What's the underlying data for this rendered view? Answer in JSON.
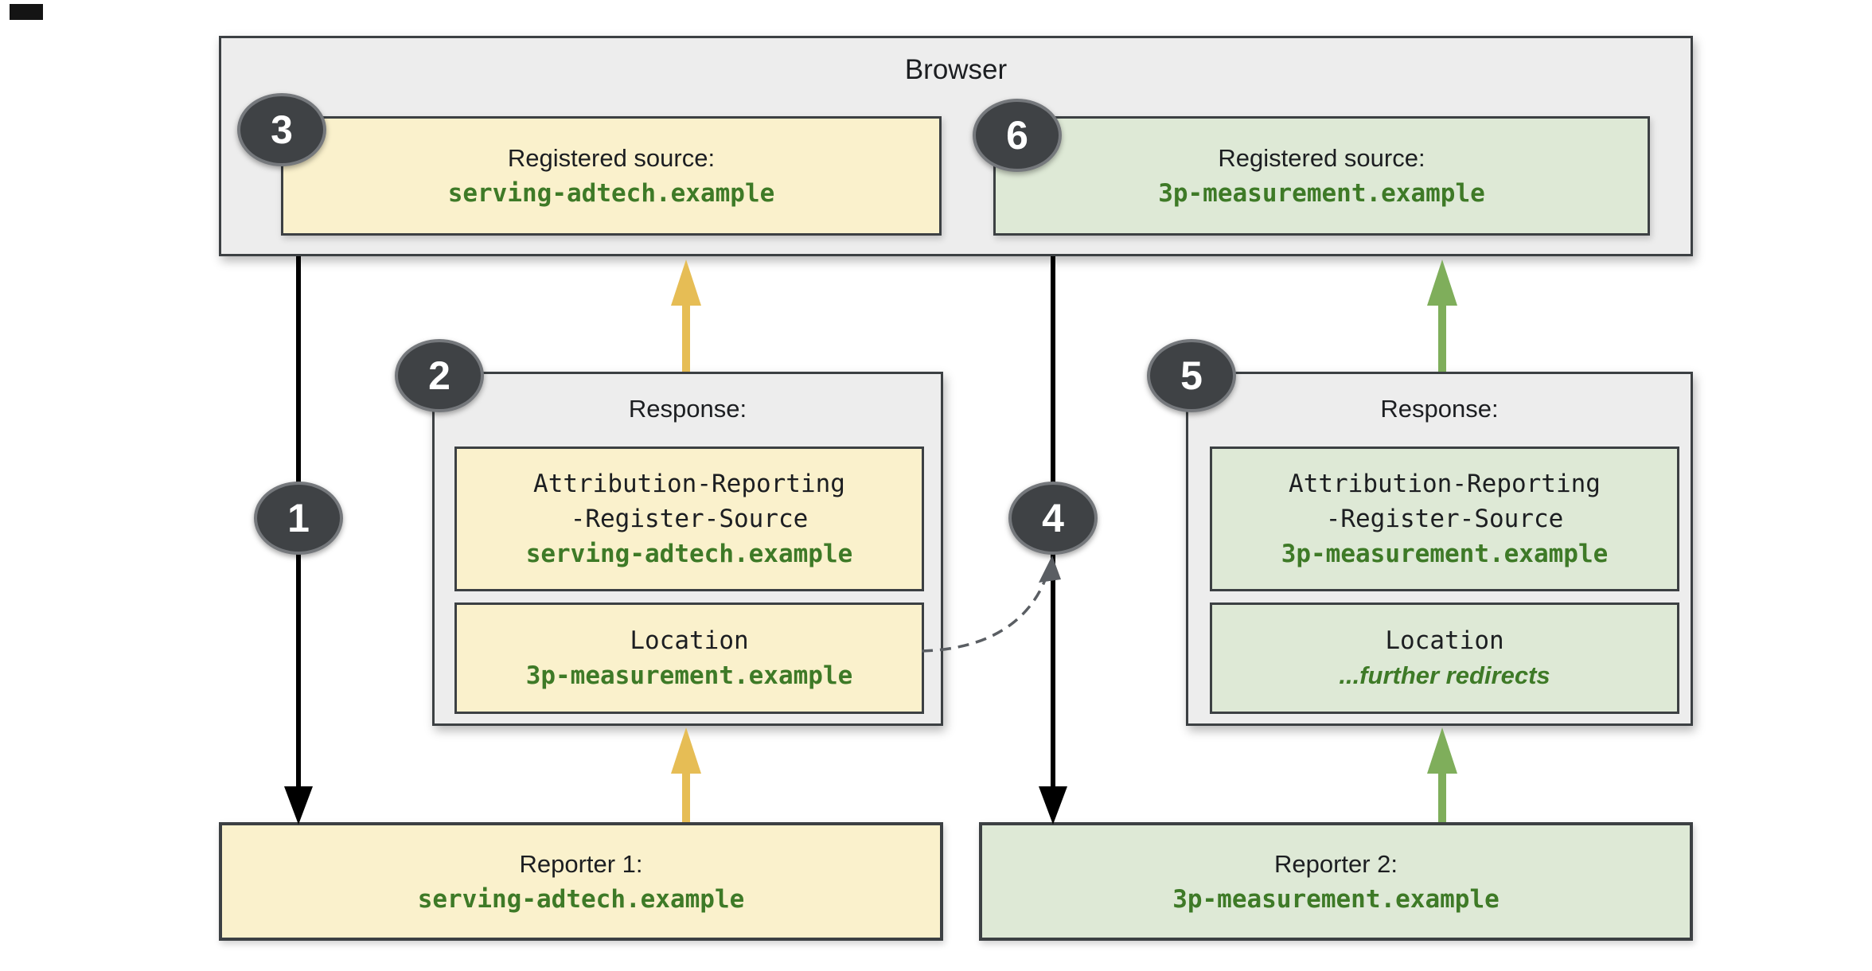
{
  "diagram": {
    "browser": {
      "title": "Browser",
      "registered_sources": [
        {
          "badge": "3",
          "label": "Registered source:",
          "domain": "serving-adtech.example"
        },
        {
          "badge": "6",
          "label": "Registered source:",
          "domain": "3p-measurement.example"
        }
      ]
    },
    "responses": [
      {
        "badge": "2",
        "title": "Response:",
        "header_line1": "Attribution-Reporting",
        "header_line2": "-Register-Source",
        "header_domain": "serving-adtech.example",
        "location_label": "Location",
        "location_value": "3p-measurement.example"
      },
      {
        "badge": "5",
        "title": "Response:",
        "header_line1": "Attribution-Reporting",
        "header_line2": "-Register-Source",
        "header_domain": "3p-measurement.example",
        "location_label": "Location",
        "location_value": "...further redirects"
      }
    ],
    "reporters": [
      {
        "label": "Reporter 1:",
        "domain": "serving-adtech.example"
      },
      {
        "label": "Reporter 2:",
        "domain": "3p-measurement.example"
      }
    ],
    "flow_badges": [
      {
        "badge": "1"
      },
      {
        "badge": "4"
      }
    ],
    "colors": {
      "yellow_fill": "#FAF1CC",
      "green_fill": "#DEE9D6",
      "container_fill": "#EDEDED",
      "outline": "#3C4043",
      "badge_fill": "#3F4245",
      "yellow_arrow": "#E6BD55",
      "green_arrow": "#7FAE5B",
      "black_arrow": "#000000",
      "dashed_arrow": "#5A5E63",
      "domain_text": "#3E7A27"
    }
  }
}
